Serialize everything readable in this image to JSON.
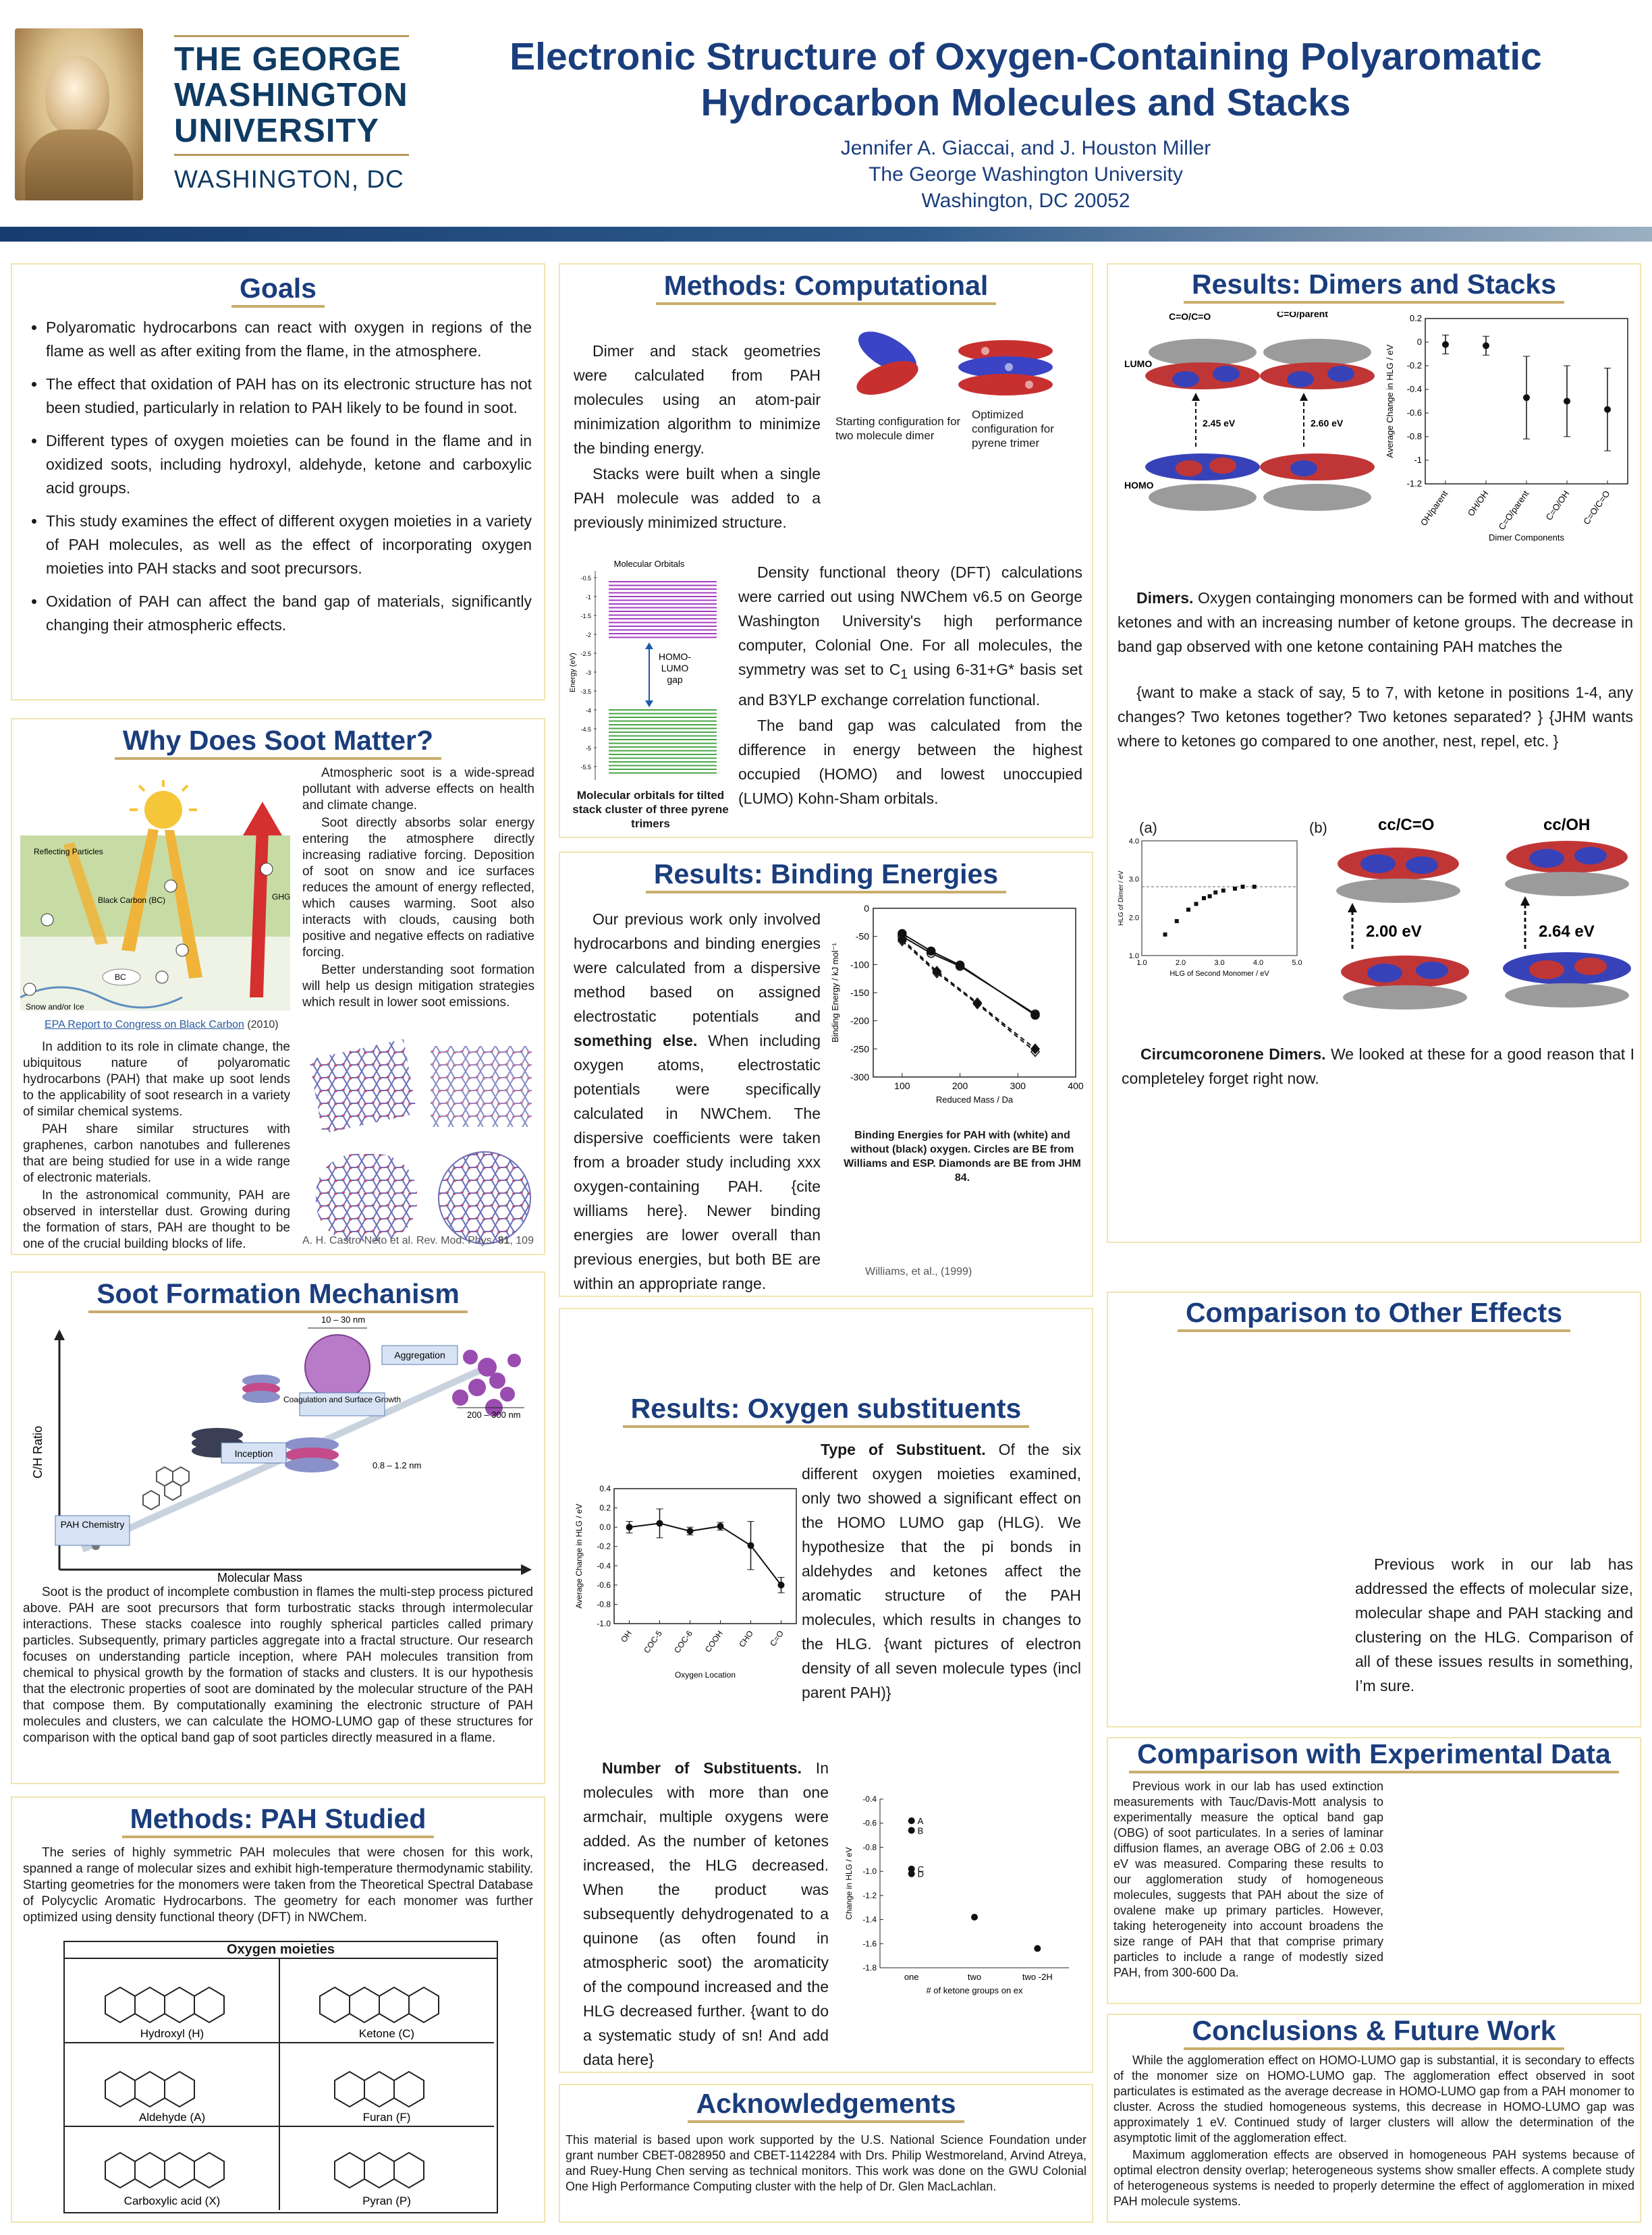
{
  "header": {
    "university": [
      "THE GEORGE",
      "WASHINGTON",
      "UNIVERSITY"
    ],
    "city": "WASHINGTON, DC",
    "title_line1": "Electronic Structure of Oxygen-Containing Polyaromatic",
    "title_line2": "Hydrocarbon Molecules and Stacks",
    "authors": "Jennifer A. Giaccai, and J. Houston Miller",
    "affiliation": "The George Washington University",
    "address": "Washington, DC 20052"
  },
  "goals": {
    "heading": "Goals",
    "items": [
      "Polyaromatic hydrocarbons can react with oxygen in regions of the flame as well as after exiting from the flame, in the atmosphere.",
      "The effect that oxidation of PAH has on its electronic structure has not been studied, particularly in relation to PAH likely to be found in soot.",
      "Different types of oxygen moieties can be found in the flame and in oxidized soots, including hydroxyl, aldehyde, ketone and carboxylic acid groups.",
      "This study examines the effect of different oxygen moieties in a variety of PAH molecules, as well as the effect of incorporating oxygen moieties into PAH stacks and soot precursors.",
      "Oxidation of PAH can affect the band gap of materials, significantly changing their atmospheric effects."
    ]
  },
  "soot_matter": {
    "heading": "Why Does Soot Matter?",
    "right_paras": [
      "Atmospheric soot is a wide-spread pollutant with adverse effects on health and climate change.",
      "Soot directly absorbs solar energy entering the atmosphere directly increasing radiative forcing. Deposition of soot on snow and ice surfaces reduces the amount of energy reflected, which causes warming. Soot also interacts with clouds, causing both positive and negative effects on radiative forcing.",
      "Better understanding soot formation will help us design mitigation strategies which result in lower soot emissions."
    ],
    "left_paras": [
      "In addition to its role in climate change, the ubiquitous nature of polyaromatic hydrocarbons (PAH) that make up soot lends to the applicability of soot research in a variety of similar chemical systems.",
      "PAH share similar structures with graphenes, carbon nanotubes and fullerenes that are being studied for use in a wide range of electronic materials.",
      "In the astronomical community, PAH are observed in interstellar dust. Growing during the formation of stars, PAH are thought to be one of the crucial building blocks of life."
    ],
    "epa_link": "EPA Report to Congress on Black Carbon",
    "epa_year": "(2010)",
    "fig_labels": {
      "reflecting": "Reflecting Particles",
      "black_carbon": "Black Carbon (BC)",
      "ghgs": "GHGs",
      "snow": "Snow and/or Ice",
      "bc": "BC"
    },
    "citation_pre": "A. H. Castro Neto et al. Rev. Mod. Phys.",
    "citation_vol": "81",
    "citation_page": ", 109"
  },
  "soot_formation": {
    "heading": "Soot Formation Mechanism",
    "labels": {
      "size_top": "10 – 30 nm",
      "aggregation": "Aggregation",
      "coagulation": "Coagulation and Surface Growth",
      "size_right": "200 – 300 nm",
      "inception": "Inception",
      "size_mid": "0.8 – 1.2 nm",
      "pah_chem": "PAH Chemistry",
      "y_axis": "C/H Ratio",
      "x_axis": "Molecular Mass"
    },
    "paragraph": "Soot is the product of incomplete combustion in flames the multi-step process pictured above. PAH are soot precursors that form turbostratic stacks through intermolecular interactions. These stacks coalesce into roughly spherical particles called primary particles. Subsequently, primary particles aggregate into a fractal structure. Our research focuses on understanding particle inception, where PAH molecules transition from chemical to physical growth by the formation of stacks and clusters. It is our hypothesis that the electronic properties of soot are dominated by the molecular structure of the PAH that compose them. By computationally examining the electronic structure of PAH molecules and clusters, we can calculate the HOMO-LUMO gap of these structures for comparison with the optical band gap of soot particles directly measured in a flame."
  },
  "pah_studied": {
    "heading": "Methods: PAH Studied",
    "paragraph": "The series of highly symmetric PAH molecules that were chosen for this work, spanned a range of molecular sizes and exhibit high-temperature thermodynamic stability. Starting geometries for the monomers were taken from the Theoretical Spectral Database of Polycyclic Aromatic Hydrocarbons. The geometry for each monomer was further optimized using density functional theory (DFT) in NWChem.",
    "moieties_title": "Oxygen moieties",
    "moieties": [
      "Hydroxyl (H)",
      "Ketone (C)",
      "Aldehyde (A)",
      "Furan (F)",
      "Carboxylic acid (X)",
      "Pyran (P)"
    ]
  },
  "methods_comp": {
    "heading": "Methods: Computational",
    "para1": "Dimer and stack geometries were calculated from PAH molecules using an atom-pair minimization algorithm to minimize the binding energy.",
    "para2": "Stacks were built when a single PAH molecule was added to a previously minimized structure.",
    "cap_start": "Starting configuration for two molecule dimer",
    "cap_opt": "Optimized configuration for pyrene trimer",
    "mo_title": "Molecular Orbitals",
    "mo_ylabel": "Energy (eV)",
    "mo_gap": "HOMO-LUMO gap",
    "mo_caption": "Molecular orbitals for tilted stack cluster of three pyrene trimers",
    "mo_ticks": [
      "-0.5",
      "-1",
      "-1.5",
      "-2",
      "-2.5",
      "-3",
      "-3.5",
      "-4",
      "-4.5",
      "-5",
      "-5.5"
    ],
    "para3": "Density functional theory (DFT) calculations were carried out using NWChem v6.5 on George Washington University's high performance computer, Colonial One. For all molecules, the symmetry was set to C",
    "para3_sub": "1",
    "para3_tail": " using 6-31+G* basis set and B3YLP exchange correlation functional.",
    "para4": "The band gap was calculated from the difference in energy between the highest occupied (HOMO) and lowest unoccupied (LUMO) Kohn-Sham orbitals."
  },
  "binding": {
    "heading": "Results: Binding Energies",
    "paragraph_a": "Our previous work only involved hydrocarbons and binding energies were calculated from a dispersive method based on assigned electrostatic potentials and ",
    "paragraph_bold": "something else.",
    "paragraph_b": " When including oxygen atoms, electrostatic potentials were specifically calculated in NWChem. The dispersive coefficients were taken from a broader study including xxx oxygen-containing PAH. {cite williams here}. Newer binding energies are lower overall than previous energies, but both BE are within an appropriate range.",
    "caption": "Binding Energies for PAH with (white) and without (black) oxygen. Circles are BE from Williams and ESP. Diamonds are BE from JHM 84.",
    "credit": "Williams, et al., (1999)"
  },
  "oxygen_subs": {
    "heading": "Results: Oxygen substituents",
    "type_title": "Type of Substituent.",
    "type_text": " Of the six different oxygen moieties examined, only two showed a significant effect on the HOMO LUMO gap (HLG). We hypothesize that the pi bonds in aldehydes and ketones affect the aromatic structure of the PAH molecules, which results in changes to the HLG. {want pictures of electron density of all seven molecule types (incl parent PAH)}",
    "number_title": "Number of Substituents.",
    "number_text": " In molecules with more than one armchair, multiple oxygens were added. As the number of ketones increased, the HLG decreased. When the product was subsequently dehydrogenated to a quinone (as often found in atmospheric soot) the aromaticity of the compound increased and the HLG decreased further. {want to do a systematic study of sn! And add data here}"
  },
  "ack": {
    "heading": "Acknowledgements",
    "paragraph": "This material is based upon work supported by the U.S. National Science Foundation under grant number CBET-0828950 and CBET-1142284 with Drs. Philip Westmoreland, Arvind Atreya, and Ruey-Hung Chen serving as technical monitors. This work was done on the GWU Colonial One High Performance Computing cluster with the help of Dr. Glen MacLachlan."
  },
  "dimers": {
    "heading": "Results: Dimers and Stacks",
    "fig_labels": {
      "cc": "C=O/C=O",
      "cp": "C=O/parent",
      "lumo": "LUMO",
      "homo": "HOMO",
      "e1": "2.45 eV",
      "e2": "2.60 eV"
    },
    "para1_bold": "Dimers.",
    "para1": " Oxygen containging monomers can be formed with and without ketones and with an increasing number of ketone groups. The decrease in band gap observed with one ketone containing PAH matches the",
    "para2": "{want to make a stack of say, 5 to 7, with ketone in positions 1-4, any changes? Two ketones together? Two ketones separated? } {JHM wants where to ketones go compared to one another, nest, repel, etc. }",
    "fig2_labels": {
      "a": "(a)",
      "b": "(b)",
      "cc": "cc/C=O",
      "coh": "cc/OH",
      "e1": "2.00 eV",
      "e2": "2.64 eV",
      "xlabel": "HLG of Second Monomer / eV",
      "ylabel": "HLG of Dimer / eV"
    },
    "para3_bold": "Circumcoronene Dimers.",
    "para3": " We looked at these for a good reason that I completeley forget right now."
  },
  "comparison_other": {
    "heading": "Comparison to Other Effects",
    "paragraph": "Previous work in our lab has addressed the effects of molecular size, molecular shape and PAH stacking and clustering on the HLG. Comparison of all of these issues results in something, I’m sure."
  },
  "comparison_exp": {
    "heading": "Comparison with Experimental Data",
    "paragraph": "Previous work in our lab has used extinction measurements with Tauc/Davis-Mott analysis to experimentally measure the optical band gap (OBG) of soot particulates. In a series of laminar diffusion flames, an average OBG of 2.06 ± 0.03 eV was measured. Comparing these results to our agglomeration study of homogeneous molecules, suggests that PAH about the size of ovalene make up primary particles. However, taking heterogeneity into account broadens the size range of PAH that that comprise primary particles to include a range of modestly sized PAH, from 300-600 Da."
  },
  "conclusions": {
    "heading": "Conclusions & Future Work",
    "para1": "While the agglomeration effect on HOMO-LUMO gap is substantial, it is secondary to effects of the monomer size on HOMO-LUMO gap. The agglomeration effect observed in soot particulates is estimated as the average decrease in HOMO-LUMO gap from a PAH monomer to cluster. Across the studied homogeneous systems, this decrease in HOMO-LUMO gap was approximately 1 eV. Continued study of larger clusters will allow the determination of the asymptotic limit of the agglomeration effect.",
    "para2": "Maximum agglomeration effects are observed in homogeneous PAH systems because of optimal electron density overlap; heterogeneous systems show smaller effects. A complete study of heterogeneous systems is needed to properly determine the effect of agglomeration in mixed PAH molecule systems."
  },
  "chart_data": [
    {
      "id": "binding",
      "type": "line",
      "xlabel": "Reduced Mass / Da",
      "ylabel": "Binding Energy / kJ mol⁻¹",
      "xlim": [
        50,
        400
      ],
      "ylim": [
        -300,
        0
      ],
      "xticks": [
        100,
        200,
        300,
        400
      ],
      "yticks": [
        0,
        -50,
        -100,
        -150,
        -200,
        -250,
        -300
      ],
      "series": [
        {
          "marker": "circle-open",
          "x": [
            100,
            150,
            200,
            330
          ],
          "y": [
            -50,
            -80,
            -103,
            -188
          ]
        },
        {
          "marker": "circle-filled",
          "x": [
            100,
            150,
            200,
            330
          ],
          "y": [
            -45,
            -76,
            -101,
            -190
          ]
        },
        {
          "marker": "diamond-open",
          "x": [
            100,
            160,
            230,
            330
          ],
          "y": [
            -58,
            -115,
            -170,
            -255
          ]
        },
        {
          "marker": "diamond-filled",
          "x": [
            100,
            160,
            230,
            330
          ],
          "y": [
            -55,
            -112,
            -168,
            -250
          ]
        }
      ]
    },
    {
      "id": "dimer_components",
      "type": "scatter",
      "xlabel": "Dimer Components",
      "ylabel": "Average Change in HLG / eV",
      "categories": [
        "OH/parent",
        "OH/OH",
        "C=O/parent",
        "C=O/OH",
        "C=O/C=O"
      ],
      "values": [
        -0.02,
        -0.03,
        -0.47,
        -0.5,
        -0.57
      ],
      "errors": [
        0.08,
        0.08,
        0.35,
        0.3,
        0.35
      ],
      "ylim": [
        -1.2,
        0.2
      ],
      "yticks": [
        0.2,
        0.0,
        -0.2,
        -0.4,
        -0.6,
        -0.8,
        -1.0,
        -1.2
      ]
    },
    {
      "id": "hlg_second_monomer",
      "type": "scatter",
      "xlabel": "HLG of Second Monomer / eV",
      "ylabel": "HLG of Dimer / eV",
      "xlim": [
        1.0,
        5.0
      ],
      "ylim": [
        1.0,
        4.0
      ],
      "xticks": [
        "1.0",
        "2.0",
        "3.0",
        "4.0",
        "5.0"
      ],
      "yticks": [
        "1.0",
        "2.0",
        "3.0",
        "4.0"
      ],
      "x": [
        1.6,
        1.9,
        2.2,
        2.4,
        2.6,
        2.75,
        2.9,
        3.1,
        3.4,
        3.6,
        3.9
      ],
      "y": [
        1.55,
        1.9,
        2.2,
        2.35,
        2.5,
        2.55,
        2.65,
        2.7,
        2.75,
        2.8,
        2.8
      ]
    },
    {
      "id": "oxygen_location",
      "type": "line",
      "xlabel": "Oxygen Location",
      "ylabel": "Average Change in HLG / eV",
      "categories": [
        "OH",
        "COC-5",
        "COC-6",
        "COOH",
        "CHO",
        "C=O"
      ],
      "values": [
        0.0,
        0.04,
        -0.04,
        0.01,
        -0.19,
        -0.6
      ],
      "errors": [
        0.06,
        0.15,
        0.04,
        0.04,
        0.25,
        0.08
      ],
      "ylim": [
        -1.0,
        0.4
      ],
      "yticks": [
        "0.4",
        "0.2",
        "0.0",
        "-0.2",
        "-0.4",
        "-0.6",
        "-0.8",
        "-1.0"
      ]
    },
    {
      "id": "ketone_groups",
      "type": "scatter",
      "xlabel": "# of ketone groups on ex",
      "ylabel": "Change in HLG / eV",
      "categories": [
        "one",
        "two",
        "two -2H"
      ],
      "points": [
        {
          "cat": 0,
          "y": -0.58,
          "label": "A"
        },
        {
          "cat": 0,
          "y": -0.66,
          "label": "B"
        },
        {
          "cat": 0,
          "y": -0.98,
          "label": "C"
        },
        {
          "cat": 0,
          "y": -1.02,
          "label": "D"
        },
        {
          "cat": 1,
          "y": -1.38,
          "label": ""
        },
        {
          "cat": 2,
          "y": -1.64,
          "label": ""
        }
      ],
      "ylim": [
        -1.8,
        -0.4
      ],
      "yticks": [
        "-0.4",
        "-0.6",
        "-0.8",
        "-1.0",
        "-1.2",
        "-1.4",
        "-1.6",
        "-1.8"
      ]
    }
  ]
}
